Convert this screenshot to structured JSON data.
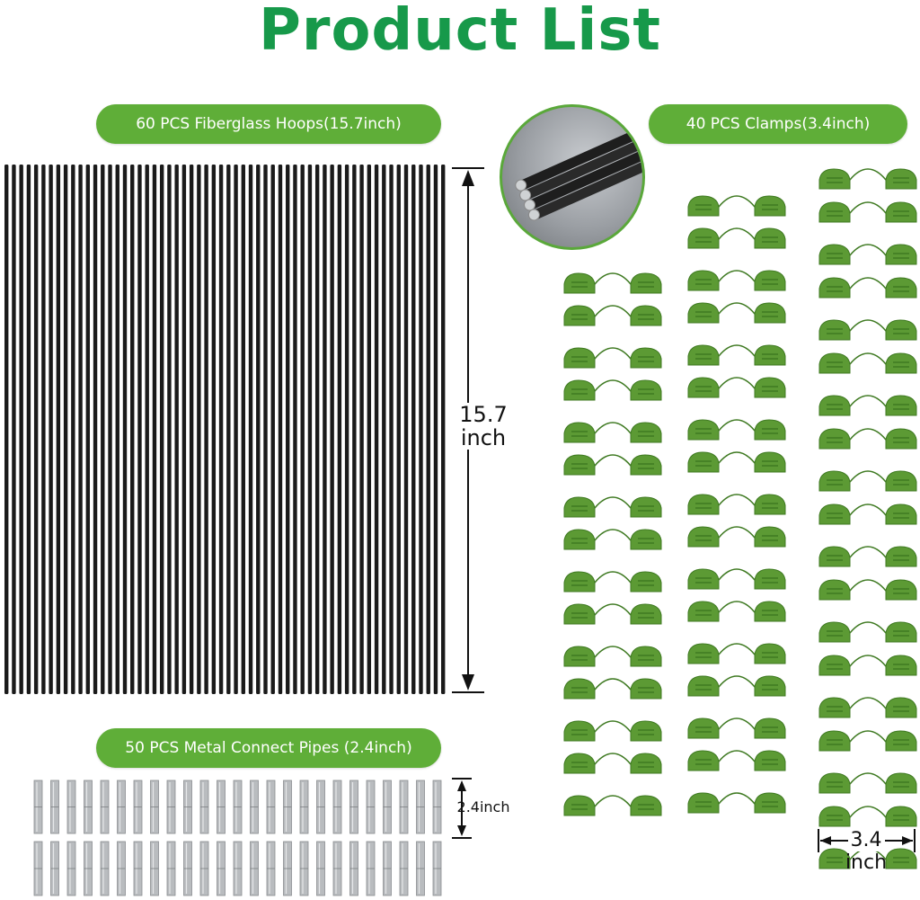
{
  "title": "Product List",
  "colors": {
    "title": "#17994a",
    "pill": "#5fae38",
    "rod": "#1a1a1a",
    "clamp": "#5c9a34",
    "clamp_dark": "#3f7a22",
    "pipe": "#b9bcbf"
  },
  "labels": {
    "hoops": "60 PCS Fiberglass Hoops(15.7inch)",
    "clamps": "40 PCS Clamps(3.4inch)",
    "pipes": "50 PCS Metal Connect Pipes (2.4inch)"
  },
  "dimensions": {
    "hoop_value": "15.7",
    "hoop_unit": "inch",
    "pipe": "2.4inch",
    "clamp_value": "3.4",
    "clamp_unit": "inch"
  },
  "icons": {
    "inset": "rod-closeup-icon",
    "clamp": "clamp-icon",
    "pipe": "pipe-icon"
  }
}
